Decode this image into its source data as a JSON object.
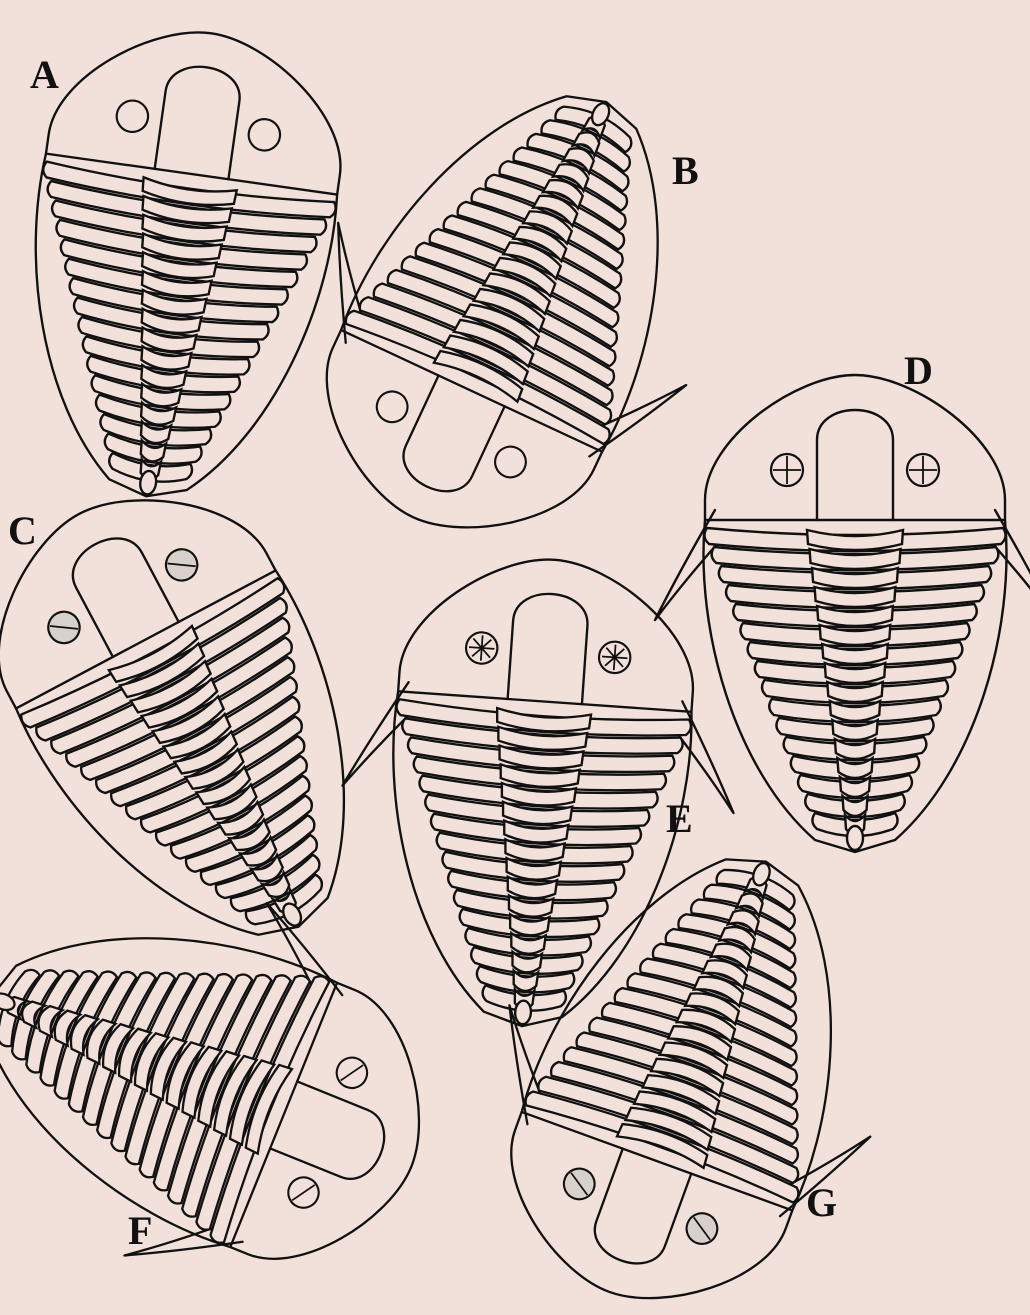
{
  "figure": {
    "background": "#f2e0da",
    "line_color": "#111111",
    "specimens": [
      {
        "id": "A",
        "label": "A",
        "eye_style": "plain"
      },
      {
        "id": "B",
        "label": "B",
        "eye_style": "plain"
      },
      {
        "id": "C",
        "label": "C",
        "eye_style": "shaded"
      },
      {
        "id": "D",
        "label": "D",
        "eye_style": "cross"
      },
      {
        "id": "E",
        "label": "E",
        "eye_style": "star"
      },
      {
        "id": "F",
        "label": "F",
        "eye_style": "bar"
      },
      {
        "id": "G",
        "label": "G",
        "eye_style": "shaded"
      }
    ]
  }
}
